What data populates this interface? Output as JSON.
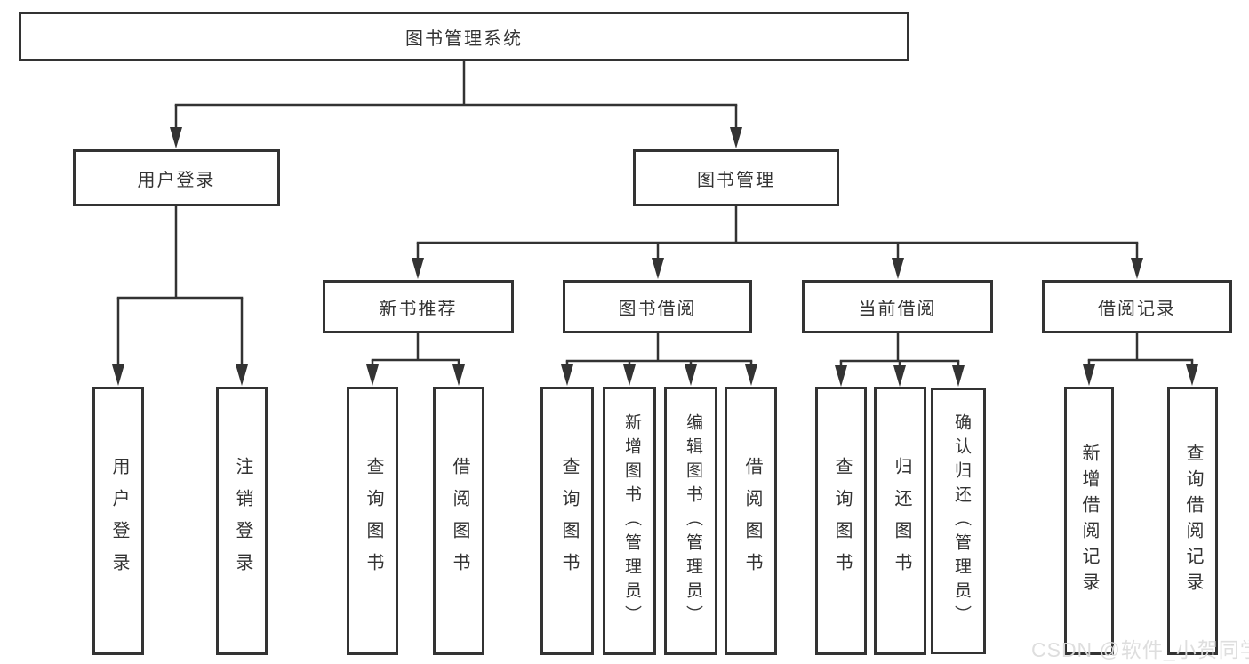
{
  "tree": {
    "label": "图书管理系统",
    "children": [
      {
        "label": "用户登录",
        "children": [
          {
            "label": "用户登录"
          },
          {
            "label": "注销登录"
          }
        ]
      },
      {
        "label": "图书管理",
        "children": [
          {
            "label": "新书推荐",
            "children": [
              {
                "label": "查询图书"
              },
              {
                "label": "借阅图书"
              }
            ]
          },
          {
            "label": "图书借阅",
            "children": [
              {
                "label": "查询图书"
              },
              {
                "label": "新增图书（管理员）"
              },
              {
                "label": "编辑图书（管理员）"
              },
              {
                "label": "借阅图书"
              }
            ]
          },
          {
            "label": "当前借阅",
            "children": [
              {
                "label": "查询图书"
              },
              {
                "label": "归还图书"
              },
              {
                "label": "确认归还（管理员）"
              }
            ]
          },
          {
            "label": "借阅记录",
            "children": [
              {
                "label": "新增借阅记录"
              },
              {
                "label": "查询借阅记录"
              }
            ]
          }
        ]
      }
    ]
  },
  "watermark": {
    "text": "CSDN @软件_小贺同学"
  },
  "colors": {
    "line": "#333333",
    "box_border": "#333333",
    "text": "#333333",
    "background": "#ffffff",
    "watermark": "#dcdcdc"
  }
}
